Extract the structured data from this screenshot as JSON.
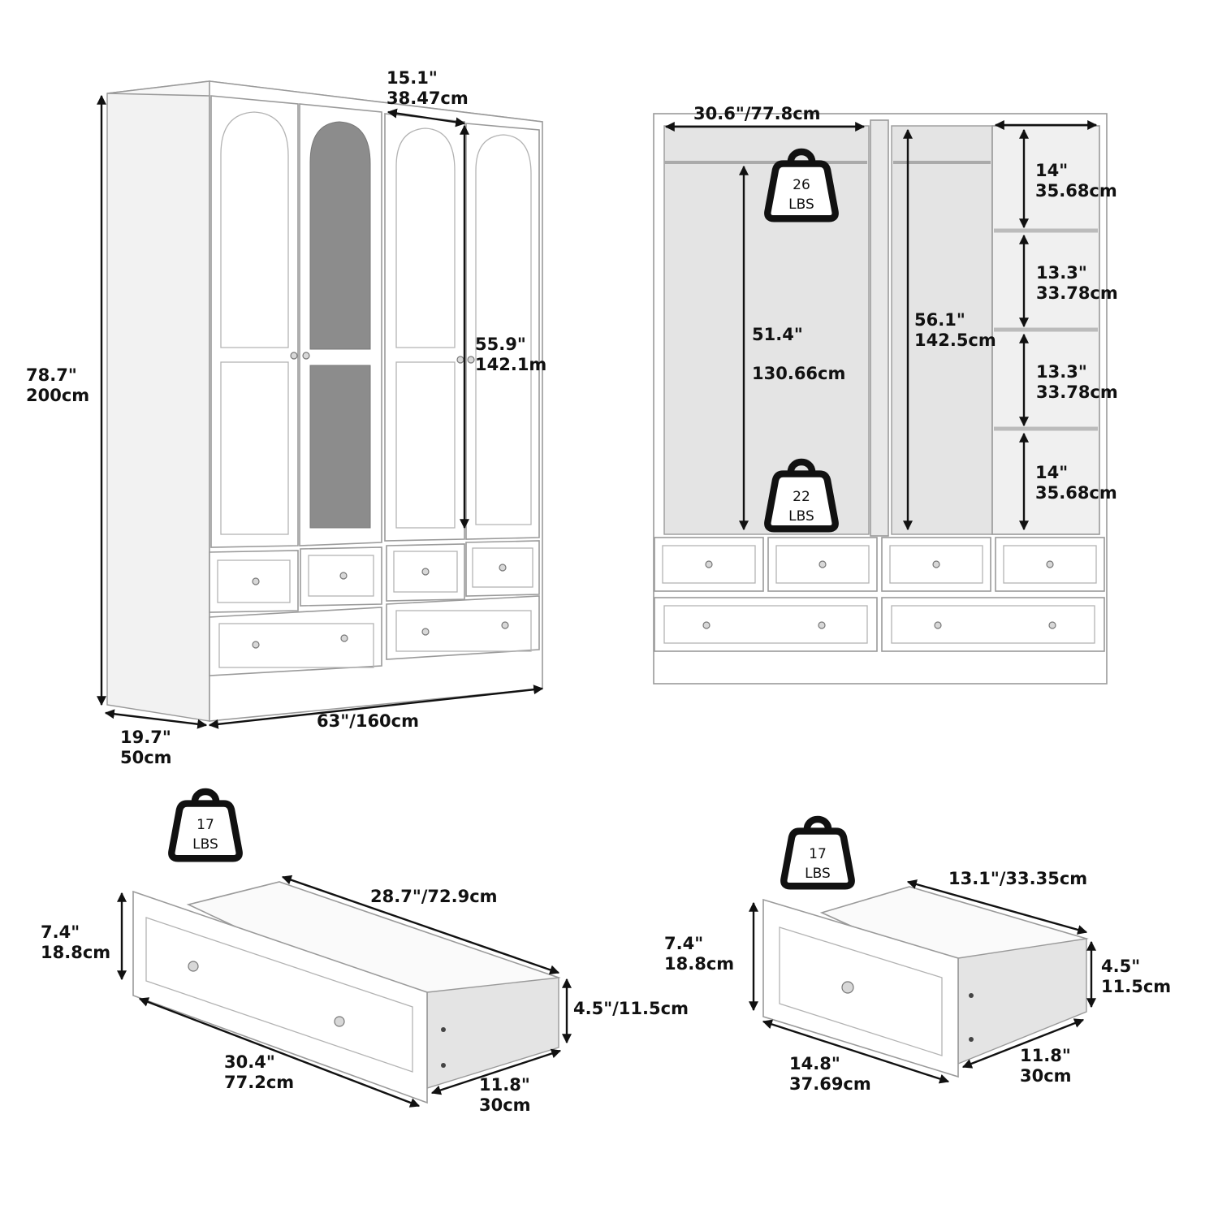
{
  "wardrobe_front": {
    "height_in": "78.7\"",
    "height_cm": "200cm",
    "depth_top_in": "15.1\"",
    "depth_top_cm": "38.47cm",
    "door_height_in": "55.9\"",
    "door_height_cm": "142.1m",
    "side_depth_in": "19.7\"",
    "side_depth_cm": "50cm",
    "width": "63\"/160cm"
  },
  "wardrobe_interior": {
    "hanging_width": "30.6\"/77.8cm",
    "left_hang_height_in": "51.4\"",
    "left_hang_height_cm": "130.66cm",
    "right_hang_height_in": "56.1\"",
    "right_hang_height_cm": "142.5cm",
    "shelves": [
      {
        "in": "14\"",
        "cm": "35.68cm"
      },
      {
        "in": "13.3\"",
        "cm": "33.78cm"
      },
      {
        "in": "13.3\"",
        "cm": "33.78cm"
      },
      {
        "in": "14\"",
        "cm": "35.68cm"
      }
    ],
    "rod_weight": {
      "value": "26",
      "unit": "LBS"
    },
    "bottom_weight": {
      "value": "22",
      "unit": "LBS"
    }
  },
  "large_drawer": {
    "weight": {
      "value": "17",
      "unit": "LBS"
    },
    "front_height_in": "7.4\"",
    "front_height_cm": "18.8cm",
    "inner_length": "28.7\"/72.9cm",
    "side_height": "4.5\"/11.5cm",
    "front_width_in": "30.4\"",
    "front_width_cm": "77.2cm",
    "depth_in": "11.8\"",
    "depth_cm": "30cm"
  },
  "small_drawer": {
    "weight": {
      "value": "17",
      "unit": "LBS"
    },
    "front_height_in": "7.4\"",
    "front_height_cm": "18.8cm",
    "inner_length": "13.1\"/33.35cm",
    "side_height_in": "4.5\"",
    "side_height_cm": "11.5cm",
    "front_width_in": "14.8\"",
    "front_width_cm": "37.69cm",
    "depth_in": "11.8\"",
    "depth_cm": "30cm"
  }
}
